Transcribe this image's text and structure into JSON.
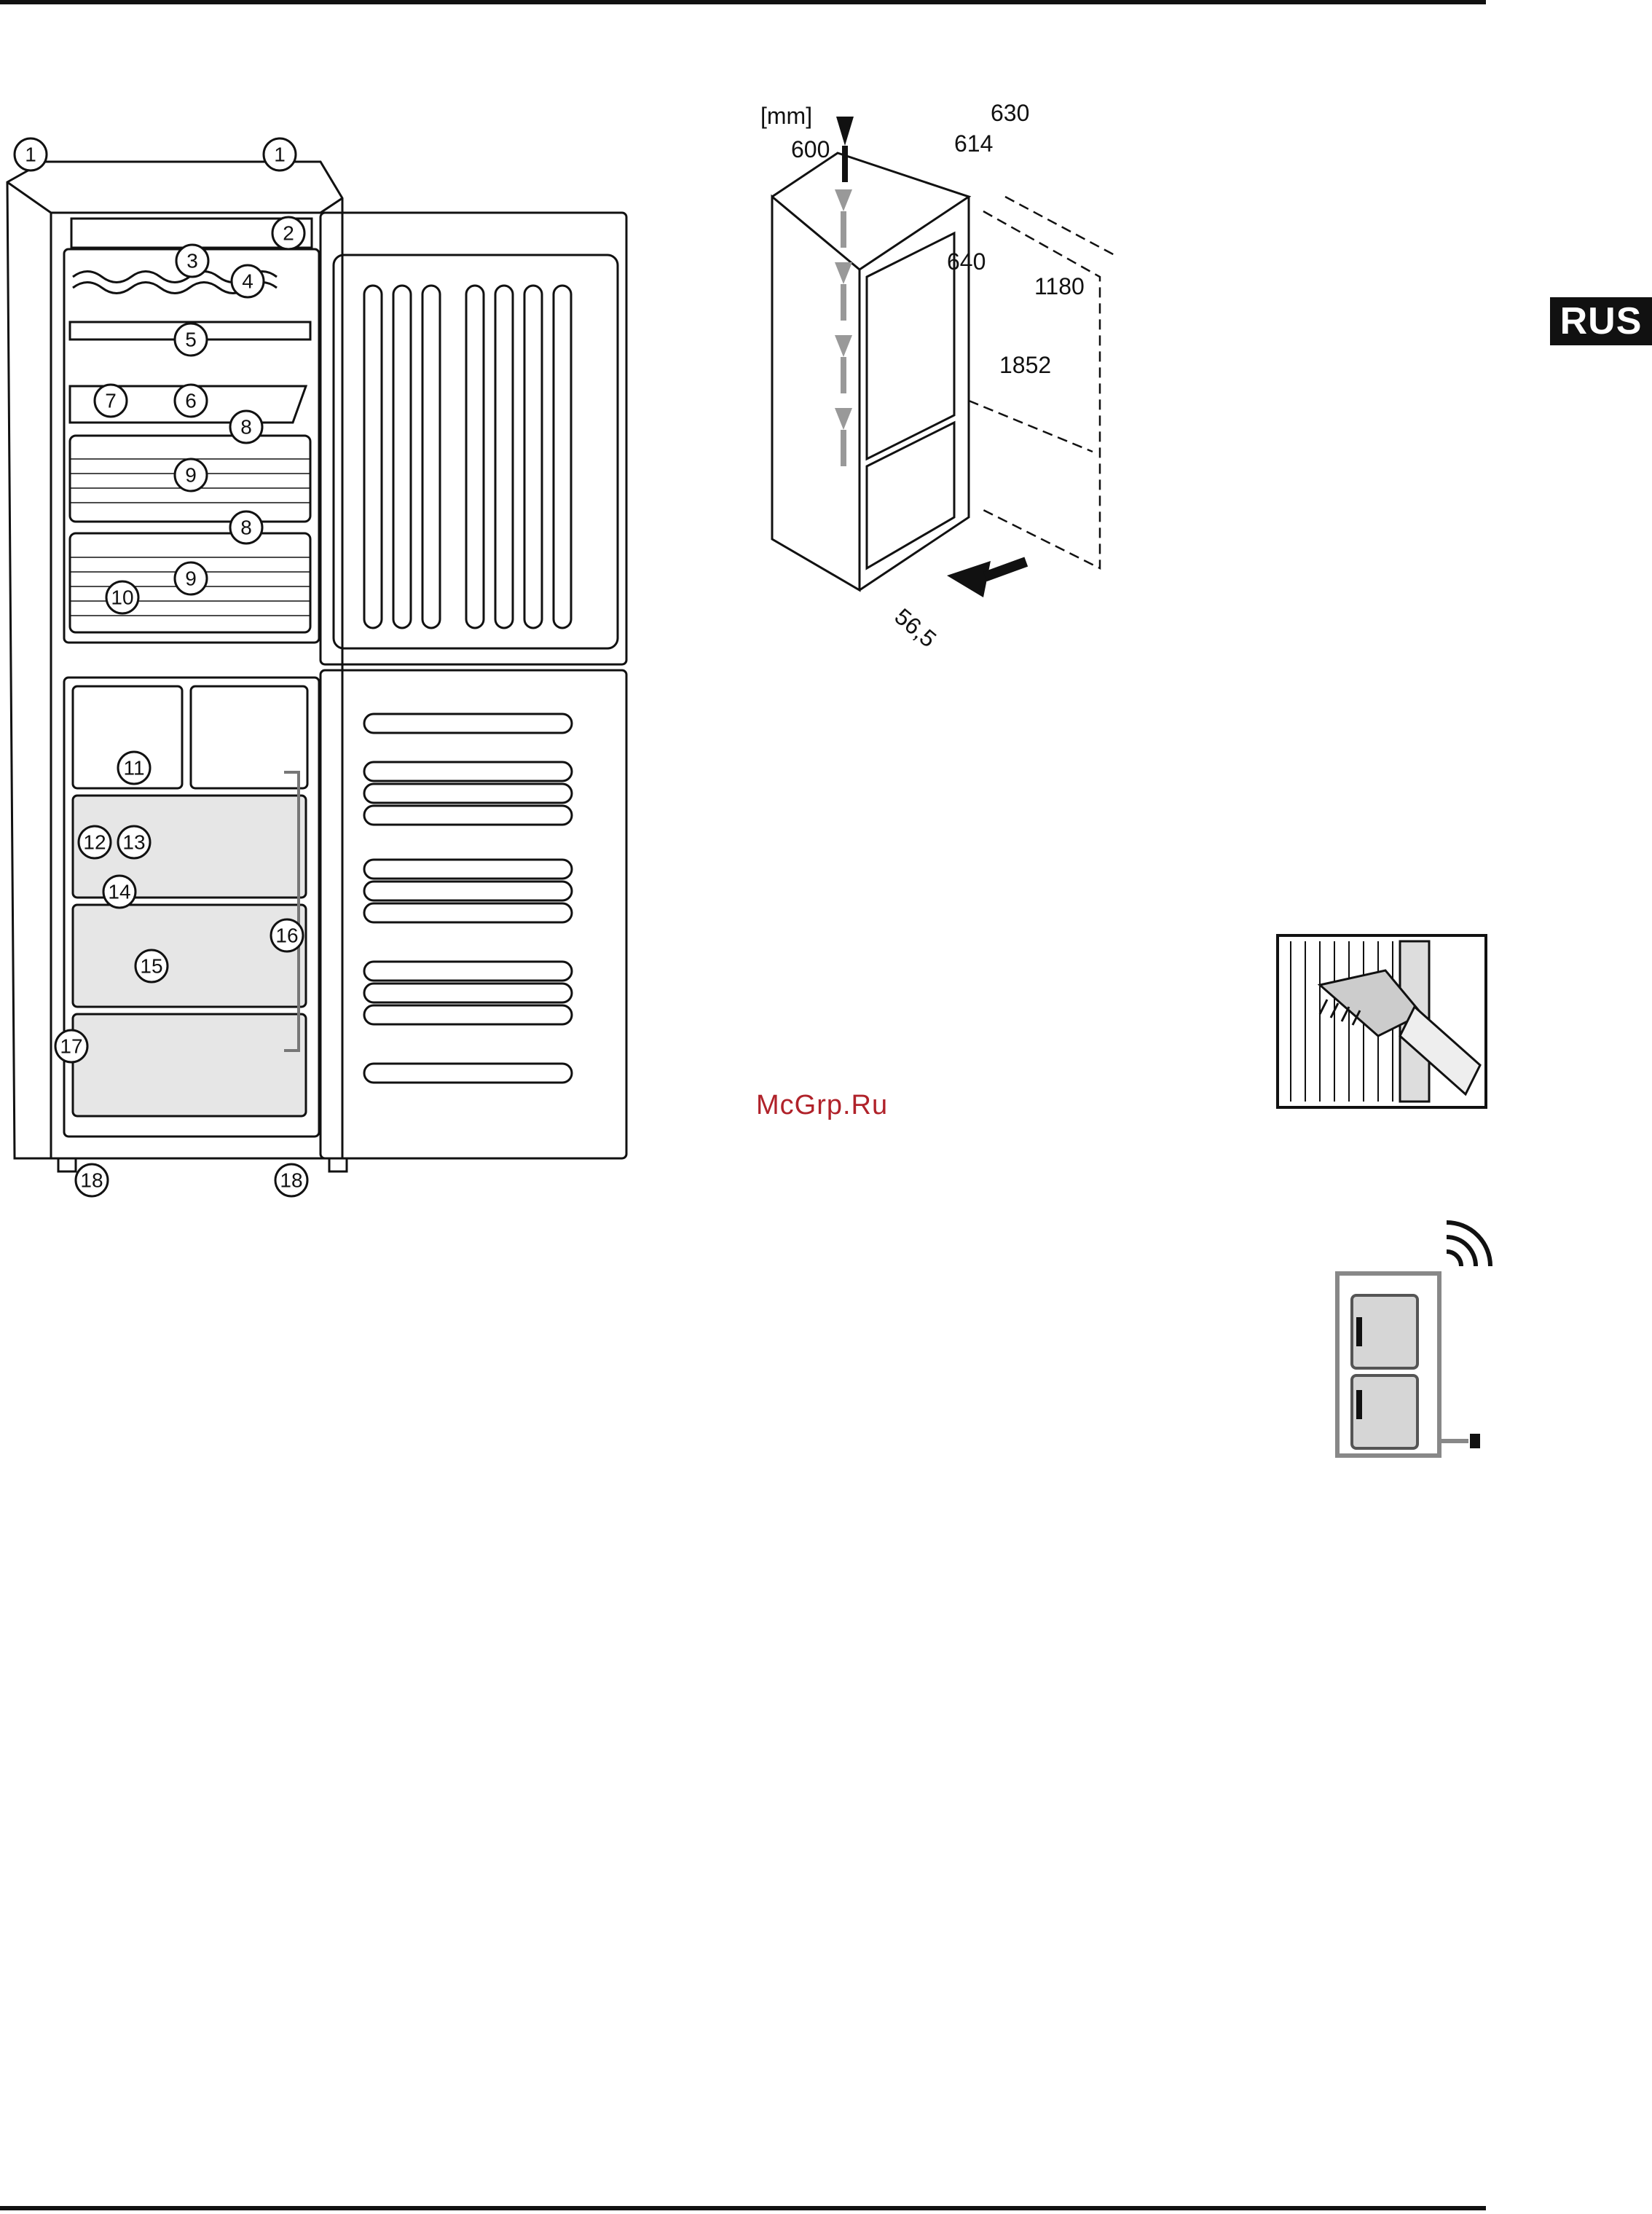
{
  "page": {
    "language_tag": "RUS",
    "watermark": "McGrp.Ru"
  },
  "appliance_diagram": {
    "callouts": [
      "1",
      "1",
      "2",
      "3",
      "4",
      "5",
      "6",
      "7",
      "8",
      "9",
      "8",
      "9",
      "10",
      "11",
      "12",
      "13",
      "14",
      "15",
      "16",
      "17",
      "18",
      "18"
    ]
  },
  "dimension_diagram": {
    "unit_label": "[mm]",
    "width_depth": [
      "630",
      "614",
      "600",
      "640"
    ],
    "heights": [
      "1180",
      "1852"
    ],
    "bottom_offset": "56,5"
  },
  "icons": {
    "cleaning_icon": "brush-cleaning-condenser-icon",
    "connectivity_icon": "wireless-signal-appliance-icon"
  }
}
